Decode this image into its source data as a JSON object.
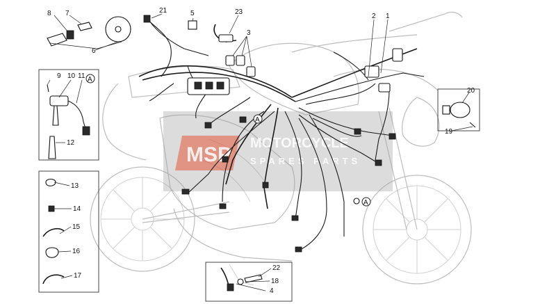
{
  "diagram": {
    "callouts": [
      {
        "id": "c1",
        "text": "1"
      },
      {
        "id": "c2",
        "text": "2"
      },
      {
        "id": "c3",
        "text": "3"
      },
      {
        "id": "c4",
        "text": "4"
      },
      {
        "id": "c5",
        "text": "5"
      },
      {
        "id": "c6",
        "text": "6"
      },
      {
        "id": "c7",
        "text": "7"
      },
      {
        "id": "c8",
        "text": "8"
      },
      {
        "id": "c9",
        "text": "9"
      },
      {
        "id": "c10",
        "text": "10"
      },
      {
        "id": "c11",
        "text": "11"
      },
      {
        "id": "c12",
        "text": "12"
      },
      {
        "id": "c13",
        "text": "13"
      },
      {
        "id": "c14",
        "text": "14"
      },
      {
        "id": "c15",
        "text": "15"
      },
      {
        "id": "c16",
        "text": "16"
      },
      {
        "id": "c17",
        "text": "17"
      },
      {
        "id": "c18",
        "text": "18"
      },
      {
        "id": "c19",
        "text": "19"
      },
      {
        "id": "c20",
        "text": "20"
      },
      {
        "id": "c21",
        "text": "21"
      },
      {
        "id": "c22",
        "text": "22"
      },
      {
        "id": "c23",
        "text": "23"
      }
    ],
    "reference_marker": "A"
  },
  "watermark": {
    "logo_text": "MSP",
    "line1": "MOTORCYCLE",
    "line2": "SPARES PARTS",
    "brand_color": "#e8593c"
  }
}
